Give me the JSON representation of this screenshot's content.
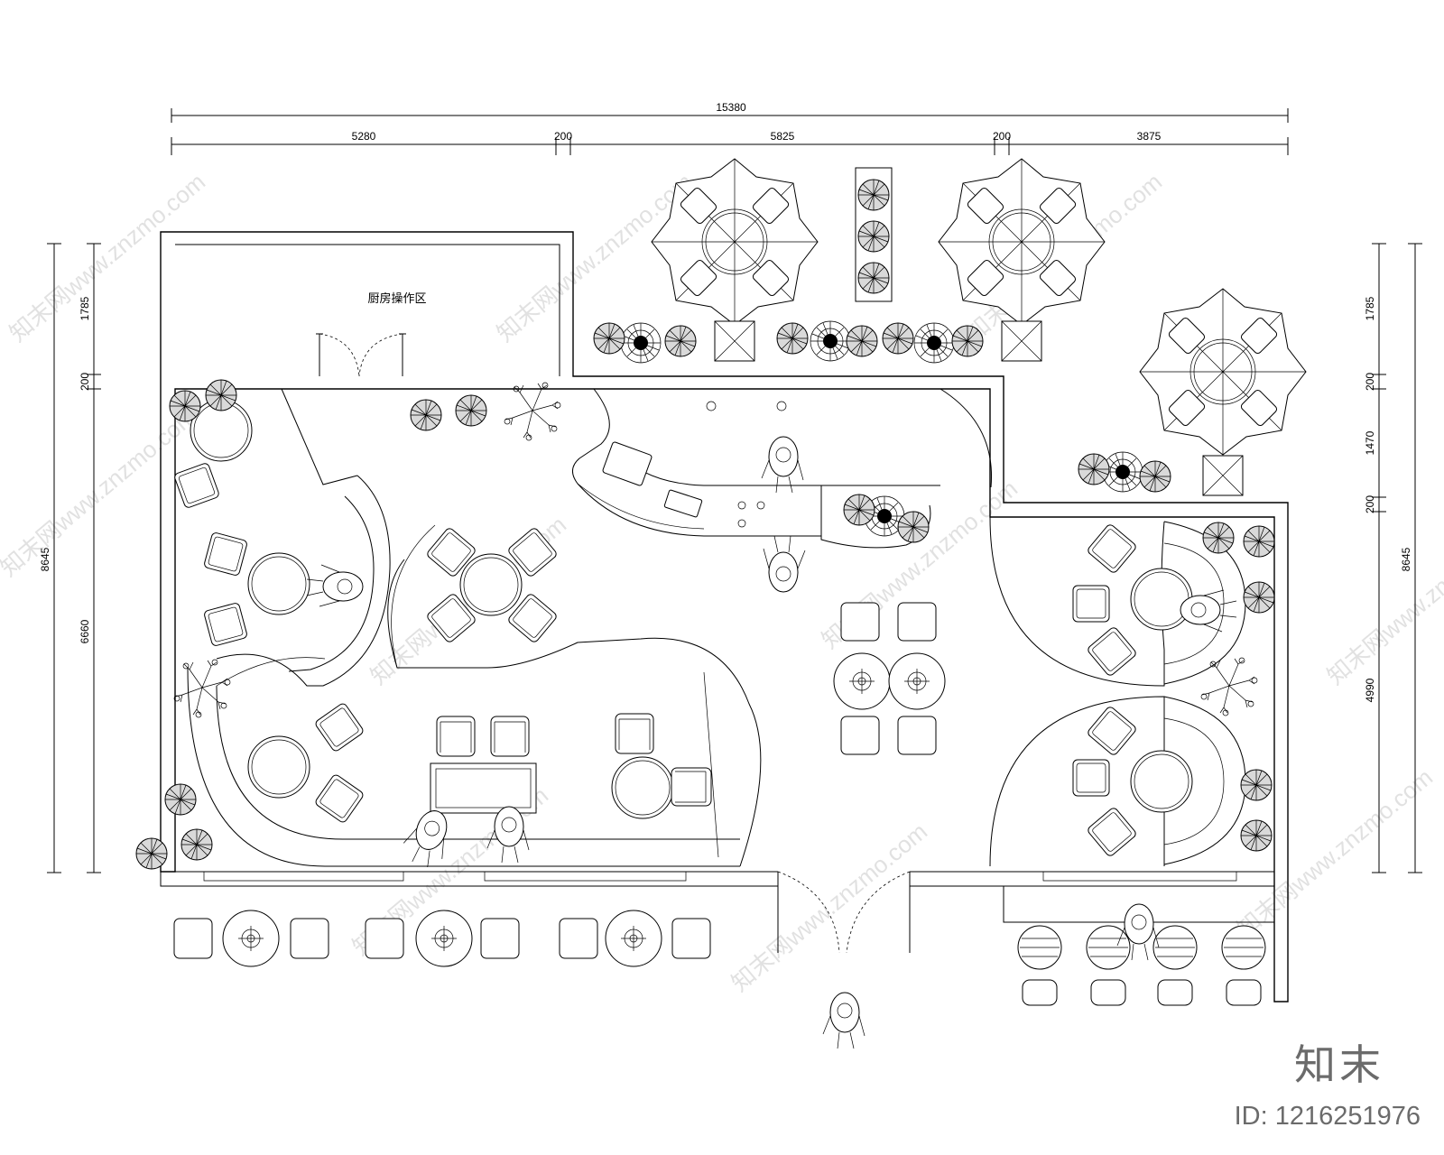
{
  "room_label": "厨房操作区",
  "dimensions": {
    "top_total": "15380",
    "top_segments": [
      "5280",
      "200",
      "5825",
      "200",
      "3875"
    ],
    "left_total": "8645",
    "left_segments": [
      "1785",
      "200",
      "6660"
    ],
    "right_total": "8645",
    "right_segments": [
      "1785",
      "200",
      "1470",
      "200",
      "4990"
    ]
  },
  "watermark_text": "知末网www.znzmo.com",
  "brand": "知末",
  "drawing_id": "ID: 1216251976",
  "icons": [
    "patio-umbrella-icon",
    "tree-icon",
    "shrub-icon",
    "person-icon",
    "chair-icon",
    "round-table-icon",
    "door-swing-icon",
    "planter-icon"
  ]
}
